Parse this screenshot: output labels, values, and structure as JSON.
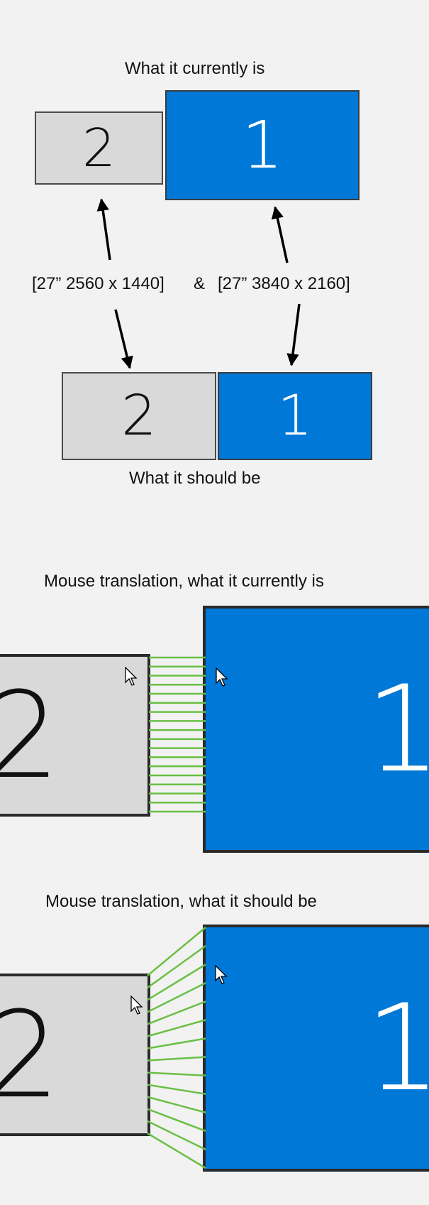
{
  "section1": {
    "title": "What it currently is",
    "monitor_secondary": "2",
    "monitor_primary": "1"
  },
  "specs": {
    "left": "[27” 2560 x 1440]",
    "separator": "&",
    "right": "[27” 3840 x 2160]"
  },
  "section2": {
    "title": "What it should be",
    "monitor_secondary": "2",
    "monitor_primary": "1"
  },
  "section3": {
    "title": "Mouse translation, what it currently is",
    "monitor_secondary": "2",
    "monitor_primary": "1"
  },
  "section4": {
    "title": "Mouse translation, what it should be",
    "monitor_secondary": "2",
    "monitor_primary": "1"
  },
  "colors": {
    "primary_monitor": "#0078d7",
    "secondary_monitor": "#d9d9d9",
    "translation_lines": "#6abf45"
  },
  "icons": [
    "arrow-icon",
    "mouse-cursor-icon"
  ]
}
